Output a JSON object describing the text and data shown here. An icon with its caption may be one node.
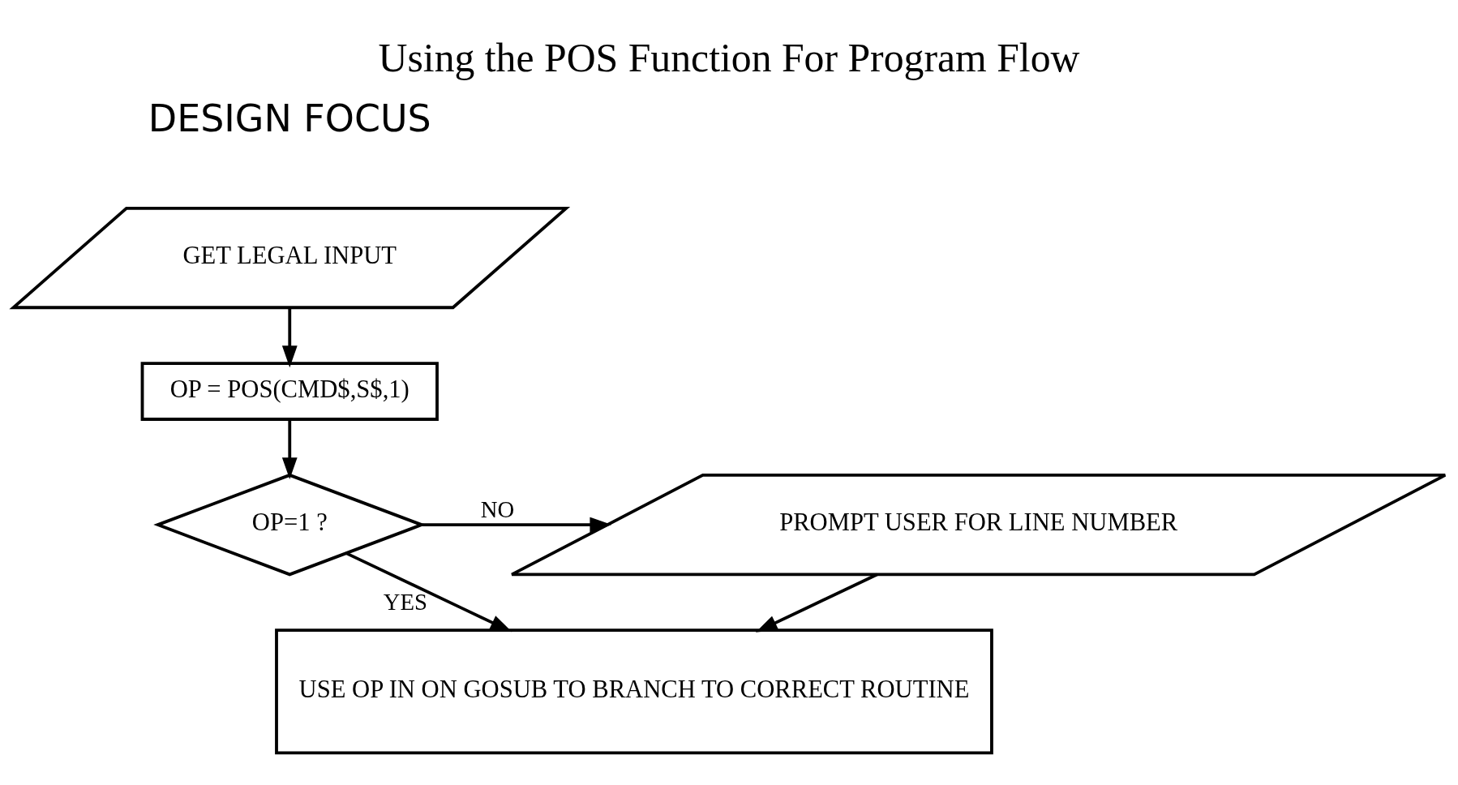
{
  "diagram": {
    "title": "Using the POS Function For Program Flow",
    "nodes": [
      {
        "text": [
          "GET LEGAL INPUT"
        ]
      },
      {
        "text": [
          "OP = POS(CMD$,S$,1)"
        ]
      },
      {
        "text": [
          "OP=1 ?"
        ]
      },
      {
        "text": [
          "PROMPT USER FOR LINE NUMBER"
        ]
      },
      {
        "text": [
          "USE OP IN ON GOSUB TO BRANCH TO CORRECT ROUTINE"
        ]
      }
    ],
    "edges": [
      {
        "from": 0,
        "to": 1,
        "arrow": "to"
      },
      {
        "from": 1,
        "to": 2,
        "arrow": "to"
      },
      {
        "from": 2,
        "to": 3,
        "arrow": "to",
        "label": "NO"
      },
      {
        "from": 2,
        "to": 4,
        "arrow": "to",
        "label": "YES"
      },
      {
        "from": 3,
        "to": 4,
        "arrow": "to"
      }
    ],
    "labels": [
      "DESIGN FOCUS"
    ]
  }
}
